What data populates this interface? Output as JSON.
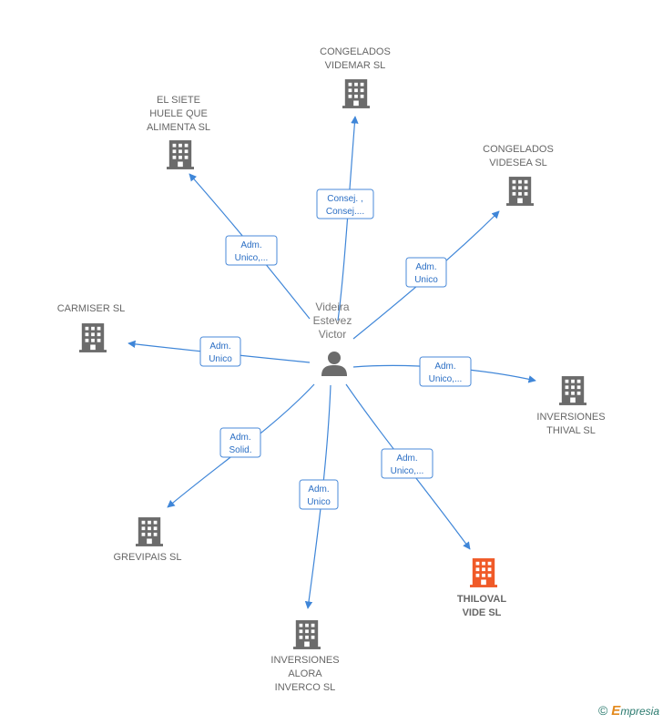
{
  "center": {
    "name_lines": [
      "Videira",
      "Estevez",
      "Victor"
    ]
  },
  "nodes": [
    {
      "id": "congelados-videmar",
      "label_lines": [
        "CONGELADOS",
        "VIDEMAR SL"
      ]
    },
    {
      "id": "el-siete",
      "label_lines": [
        "EL SIETE",
        "HUELE QUE",
        "ALIMENTA  SL"
      ]
    },
    {
      "id": "congelados-videsea",
      "label_lines": [
        "CONGELADOS",
        "VIDESEA SL"
      ]
    },
    {
      "id": "carmiser",
      "label_lines": [
        "CARMISER  SL"
      ]
    },
    {
      "id": "inversiones-thival",
      "label_lines": [
        "INVERSIONES",
        "THIVAL  SL"
      ]
    },
    {
      "id": "grevipais",
      "label_lines": [
        "GREVIPAIS  SL"
      ]
    },
    {
      "id": "inversiones-alora",
      "label_lines": [
        "INVERSIONES",
        "ALORA",
        "INVERCO  SL"
      ]
    },
    {
      "id": "thiloval-vide",
      "label_lines": [
        "THILOVAL",
        "VIDE  SL"
      ],
      "highlight": true
    }
  ],
  "edges": [
    {
      "to": "congelados-videmar",
      "label_lines": [
        "Consej. ,",
        "Consej...."
      ]
    },
    {
      "to": "el-siete",
      "label_lines": [
        "Adm.",
        "Unico,..."
      ]
    },
    {
      "to": "congelados-videsea",
      "label_lines": [
        "Adm.",
        "Unico"
      ]
    },
    {
      "to": "carmiser",
      "label_lines": [
        "Adm.",
        "Unico"
      ]
    },
    {
      "to": "inversiones-thival",
      "label_lines": [
        "Adm.",
        "Unico,..."
      ]
    },
    {
      "to": "grevipais",
      "label_lines": [
        "Adm.",
        "Solid."
      ]
    },
    {
      "to": "inversiones-alora",
      "label_lines": [
        "Adm.",
        "Unico"
      ]
    },
    {
      "to": "thiloval-vide",
      "label_lines": [
        "Adm.",
        "Unico,..."
      ]
    }
  ],
  "colors": {
    "building": "#6b6b6b",
    "building_highlight": "#f05a28",
    "edge": "#3f86d8",
    "person": "#6b6b6b"
  },
  "footer": {
    "copyright": "©",
    "brand_initial": "E",
    "brand_rest": "mpresia"
  }
}
